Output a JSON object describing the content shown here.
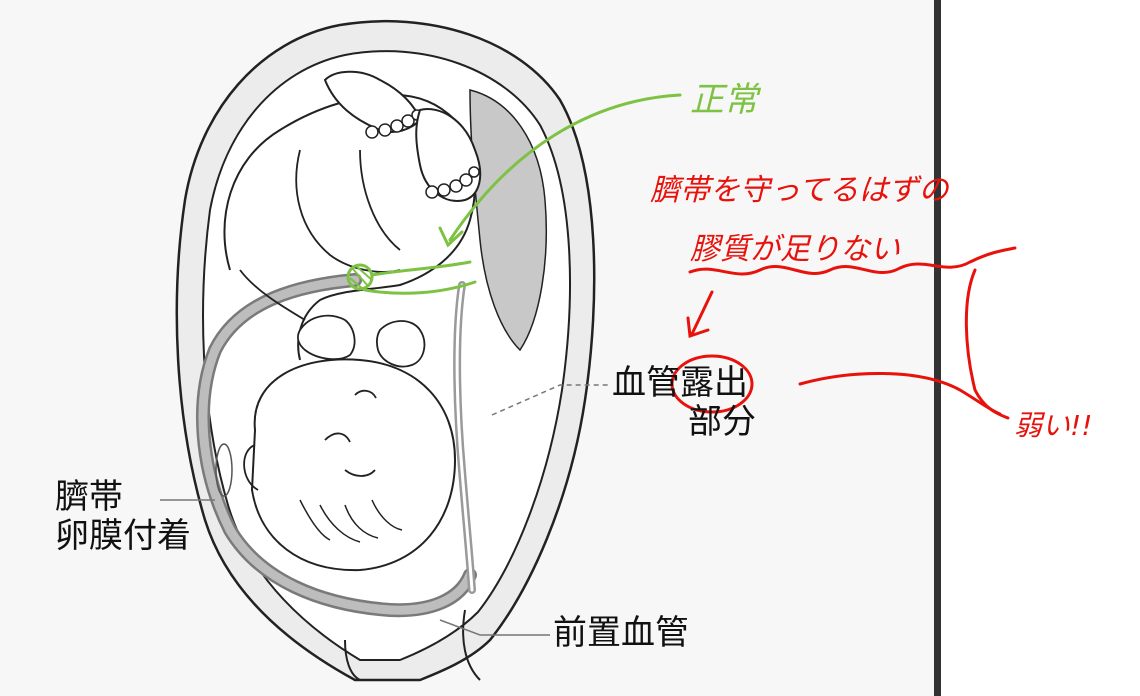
{
  "labels": {
    "umbilical_line1": "臍帯",
    "umbilical_line2": "卵膜付着",
    "vessel_exposed_line1": "血管露出",
    "vessel_exposed_line2": "部分",
    "vasa_previa": "前置血管"
  },
  "annotations": {
    "normal": "正常",
    "note_line1": "臍帯を守ってるはずの",
    "note_line2": "膠質が足りない",
    "weak": "弱い!!"
  },
  "colors": {
    "annotation_green": "#7dc242",
    "annotation_red": "#e8120c",
    "panel_gray": "#f7f7f7",
    "divider": "#333333"
  }
}
